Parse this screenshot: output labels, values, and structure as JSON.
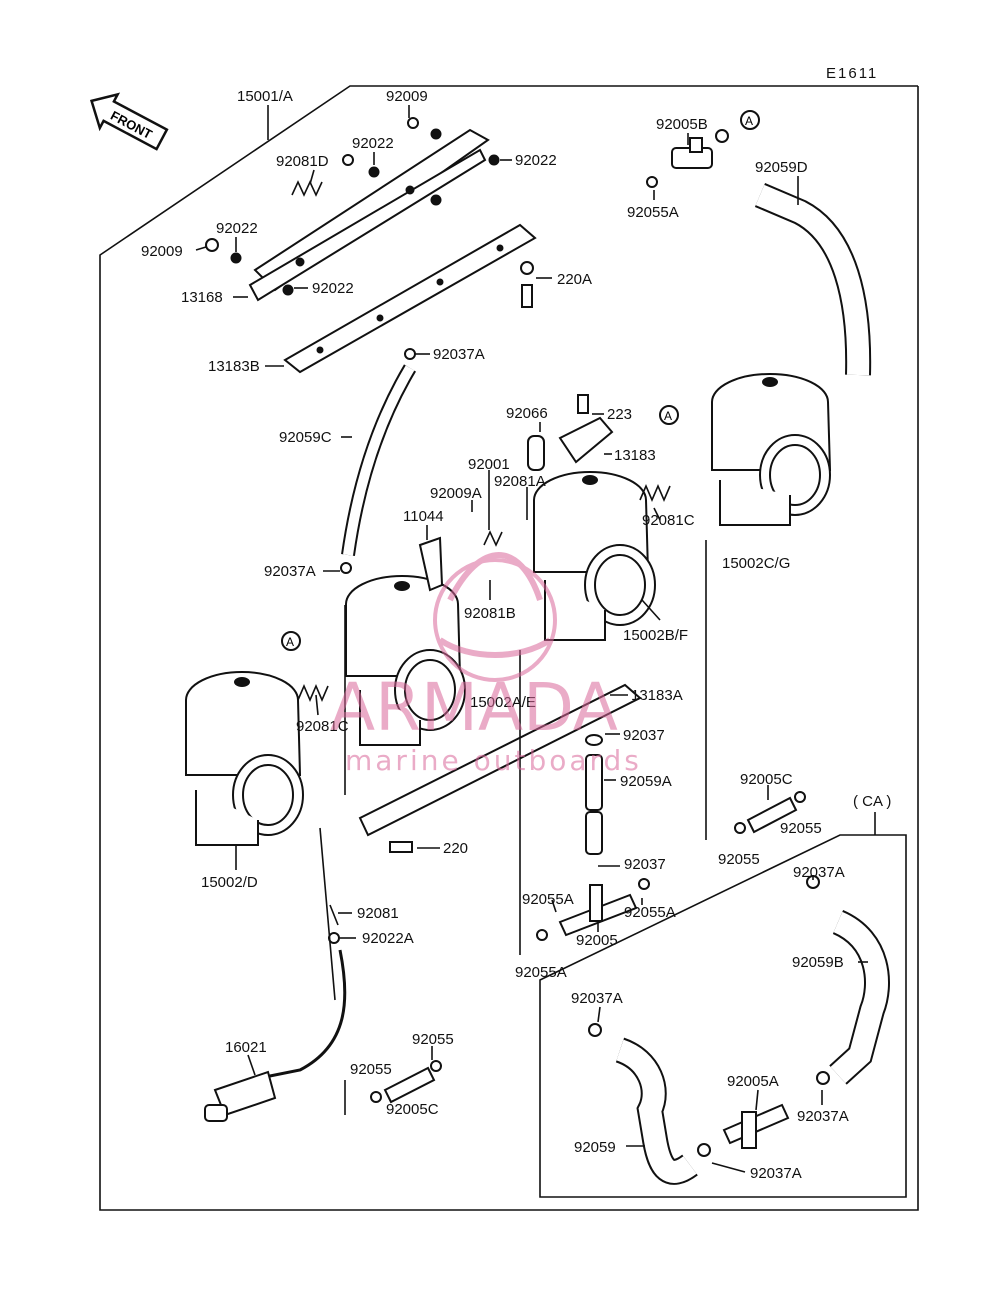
{
  "drawing_code": "E1611",
  "front_label": "FRONT",
  "ca_label": "( CA )",
  "watermark": {
    "brand": "ARMADA",
    "tagline": "marine outboards",
    "color": "#d9689a"
  },
  "labels": {
    "l15001A": "15001/A",
    "l92009a": "92009",
    "l92022a": "92022",
    "l92081D": "92081D",
    "l92022b": "92022",
    "l92022c": "92022",
    "l92009b": "92009",
    "l92022d": "92022",
    "l13168": "13168",
    "l13183B": "13183B",
    "l92037Aa": "92037A",
    "l92059C": "92059C",
    "l92037Ab": "92037A",
    "l92005B": "92005B",
    "l92055Aa": "92055A",
    "l92059D": "92059D",
    "l220A": "220A",
    "l92066": "92066",
    "l223": "223",
    "l13183": "13183",
    "l92001": "92001",
    "l92081A": "92081A",
    "l92009A": "92009A",
    "l11044": "11044",
    "l92081B": "92081B",
    "l92081Ca": "92081C",
    "l15002CG": "15002C/G",
    "l15002BF": "15002B/F",
    "l15002AE": "15002A/E",
    "l13183A": "13183A",
    "l92081Cb": "92081C",
    "l92037a": "92037",
    "l92059A": "92059A",
    "l15002D": "15002/D",
    "l220": "220",
    "l92005Ca": "92005C",
    "l92055a": "92055",
    "l92055b": "92055",
    "l92037b": "92037",
    "l92055Ab": "92055A",
    "l92055Ac": "92055A",
    "l92005": "92005",
    "l92055Ad": "92055A",
    "l92081": "92081",
    "l92022A": "92022A",
    "l16021": "16021",
    "l92055c": "92055",
    "l92055d": "92055",
    "l92005Cb": "92005C",
    "l92037Ac": "92037A",
    "l92059B": "92059B",
    "l92037Ad": "92037A",
    "l92005A": "92005A",
    "l92037Ae": "92037A",
    "l92059": "92059",
    "l92037Af": "92037A"
  },
  "circle_markers": [
    "A",
    "A",
    "A"
  ]
}
